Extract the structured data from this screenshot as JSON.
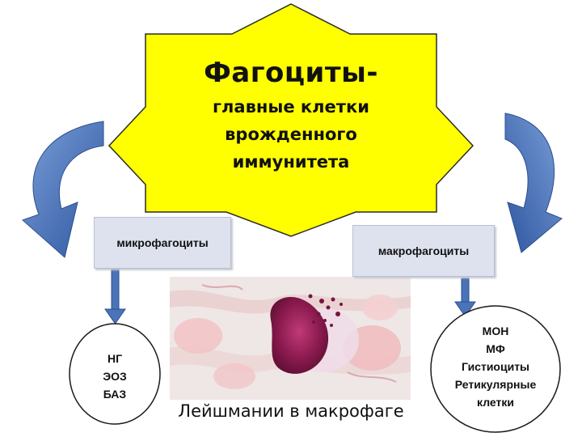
{
  "star": {
    "title": "Фагоциты-",
    "lines": [
      "главные клетки",
      "врожденного",
      "иммунитета"
    ],
    "fill_color": "#ffff00"
  },
  "left_box": {
    "label": "микрофагоциты"
  },
  "right_box": {
    "label": "макрофагоциты"
  },
  "left_oval": {
    "items": [
      "НГ",
      "ЭОЗ",
      "БАЗ"
    ]
  },
  "right_oval": {
    "items": [
      "МОН",
      "МФ",
      "Гистиоциты",
      "Ретикулярные",
      "клетки"
    ]
  },
  "photo": {
    "caption": "Лейшмании в макрофаге"
  },
  "colors": {
    "arrow": "#4a73b8",
    "box": "#dde2ee",
    "oval_border": "#1a1a1a"
  }
}
